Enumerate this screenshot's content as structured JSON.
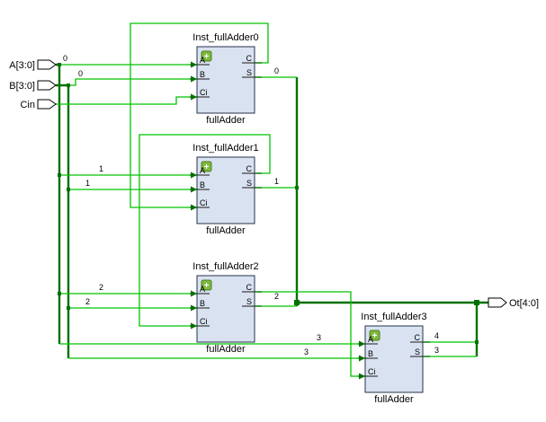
{
  "schematic": {
    "ports": {
      "a": {
        "label": "A[3:0]",
        "direction": "input"
      },
      "b": {
        "label": "B[3:0]",
        "direction": "input"
      },
      "cin": {
        "label": "Cin",
        "direction": "input"
      },
      "ot": {
        "label": "Ot[4:0]",
        "direction": "output"
      }
    },
    "instances": [
      {
        "name": "Inst_fullAdder0",
        "type": "fullAdder",
        "pins": {
          "a": "A",
          "b": "B",
          "ci": "Ci",
          "c": "C",
          "s": "S"
        }
      },
      {
        "name": "Inst_fullAdder1",
        "type": "fullAdder",
        "pins": {
          "a": "A",
          "b": "B",
          "ci": "Ci",
          "c": "C",
          "s": "S"
        }
      },
      {
        "name": "Inst_fullAdder2",
        "type": "fullAdder",
        "pins": {
          "a": "A",
          "b": "B",
          "ci": "Ci",
          "c": "C",
          "s": "S"
        }
      },
      {
        "name": "Inst_fullAdder3",
        "type": "fullAdder",
        "pins": {
          "a": "A",
          "b": "B",
          "ci": "Ci",
          "c": "C",
          "s": "S"
        }
      }
    ],
    "bit_labels": {
      "a0": "0",
      "a1": "1",
      "a2": "2",
      "a3": "3",
      "b0": "0",
      "b1": "1",
      "b2": "2",
      "b3": "3",
      "s0": "0",
      "s1": "1",
      "s2": "2",
      "s3": "3",
      "c4": "4"
    },
    "icons": {
      "expand": "+"
    },
    "colors": {
      "net": "#00C400",
      "bus": "#007000",
      "block_fill": "#D9E2F0",
      "block_stroke": "#25314d"
    }
  }
}
